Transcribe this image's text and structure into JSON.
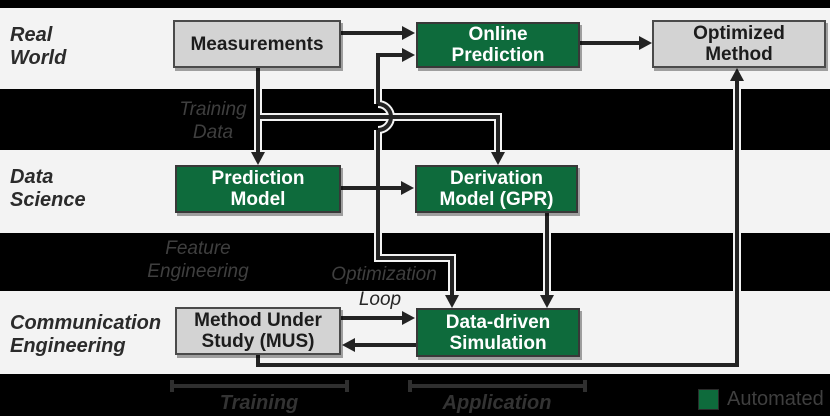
{
  "bands": [
    {
      "id": "real-world",
      "lines": "Real\nWorld"
    },
    {
      "id": "data-science",
      "lines": "Data\nScience"
    },
    {
      "id": "communication-engineering",
      "lines": "Communication\nEngineering"
    }
  ],
  "boxes": [
    {
      "id": "measurements",
      "line1": "Measurements",
      "line2": "",
      "type": "manual"
    },
    {
      "id": "online-prediction",
      "line1": "Online",
      "line2": "Prediction",
      "type": "automated"
    },
    {
      "id": "optimized-method",
      "line1": "Optimized",
      "line2": "Method",
      "type": "manual"
    },
    {
      "id": "prediction-model",
      "line1": "Prediction",
      "line2": "Model",
      "type": "automated"
    },
    {
      "id": "derivation-model",
      "line1": "Derivation",
      "line2": "Model (GPR)",
      "type": "automated"
    },
    {
      "id": "method-under-study",
      "line1": "Method Under",
      "line2": "Study (MUS)",
      "type": "manual"
    },
    {
      "id": "data-driven-simulation",
      "line1": "Data-driven",
      "line2": "Simulation",
      "type": "automated"
    }
  ],
  "annotations": {
    "training_data": "Training\nData",
    "feature_engineering": "Feature\nEngineering",
    "optimization": "Optimization",
    "loop": "Loop",
    "training_phase": "Training",
    "application_phase": "Application"
  },
  "legend": {
    "label": "Automated",
    "swatch_color": "#0E6B3C"
  },
  "colors": {
    "automated_green": "#0E6B3C",
    "manual_gray": "#D3D3D3",
    "band_background": "#F3F3F3",
    "page_background": "#000000",
    "line": "#232323"
  }
}
